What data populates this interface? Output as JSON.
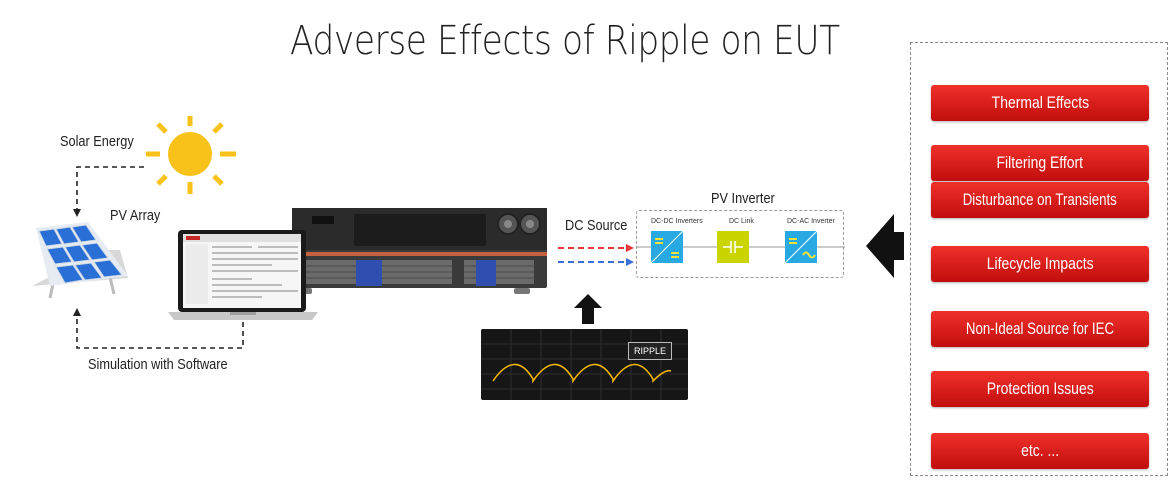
{
  "title": "Adverse Effects of Ripple on EUT",
  "labels": {
    "solar_energy": "Solar Energy",
    "pv_array": "PV Array",
    "simulation": "Simulation with Software",
    "dc_source": "DC Source",
    "pv_inverter": "PV Inverter",
    "ripple": "RIPPLE"
  },
  "inverter_modules": [
    {
      "label": "DC-DC Inverters",
      "color": "#29a9e1"
    },
    {
      "label": "DC Link",
      "color": "#c9d400"
    },
    {
      "label": "DC-AC Inverter",
      "color": "#29a9e1"
    }
  ],
  "effects": [
    "Thermal Effects",
    "Filtering Effort",
    "Disturbance on Transients",
    "Lifecycle Impacts",
    "Non-Ideal Source for IEC",
    "Protection Issues",
    "etc. ..."
  ],
  "colors": {
    "effect_red": "#d81b1b",
    "sun_yellow": "#f9c21a",
    "arrow_red": "#e53935",
    "arrow_blue": "#3a6fd8",
    "ripple_wave": "#f0b400"
  },
  "icons": [
    "sun-icon",
    "solar-panel-icon",
    "laptop-icon",
    "power-supply-icon",
    "up-arrow-icon",
    "left-arrow-icon"
  ]
}
